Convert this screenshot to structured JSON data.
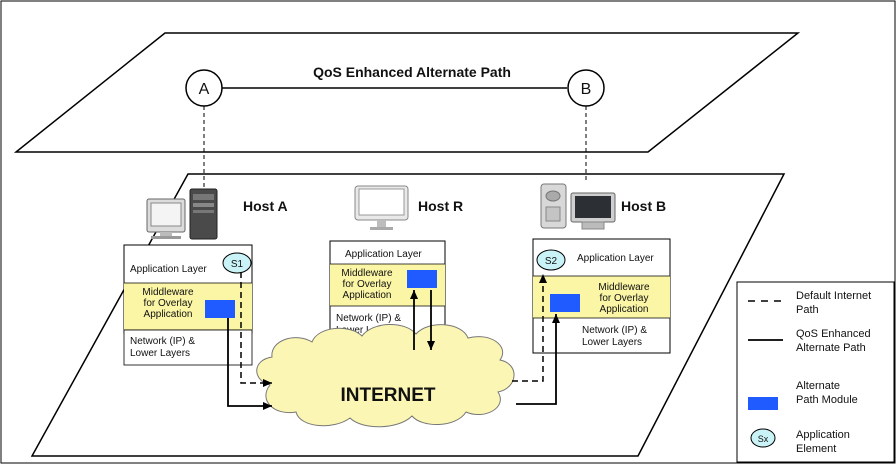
{
  "title": "QoS Enhanced Alternate Path",
  "nodes": {
    "a": "A",
    "b": "B"
  },
  "hosts": {
    "host_a": "Host A",
    "host_r": "Host R",
    "host_b": "Host B"
  },
  "stacks": {
    "a": {
      "app": "Application Layer",
      "mw": [
        "Middleware",
        "for Overlay",
        "Application"
      ],
      "net": [
        "Network (IP) &",
        "Lower Layers"
      ]
    },
    "r": {
      "app": "Application Layer",
      "mw": [
        "Middleware",
        "for Overlay",
        "Application"
      ],
      "net": [
        "Network (IP) &",
        "Lower Layers"
      ]
    },
    "b": {
      "app": "Application Layer",
      "mw": [
        "Middleware",
        "for Overlay",
        "Application"
      ],
      "net": [
        "Network (IP) &",
        "Lower Layers"
      ]
    }
  },
  "elements": {
    "s1": "S1",
    "s2": "S2"
  },
  "internet": "INTERNET",
  "legend": {
    "default": [
      "Default Internet",
      "Path"
    ],
    "qos": [
      "QoS Enhanced",
      "Alternate Path"
    ],
    "module": [
      "Alternate",
      "Path Module"
    ],
    "element_symbol": "Sx",
    "element": [
      "Application",
      "Element"
    ]
  },
  "colors": {
    "middleware": "#fbf5a6",
    "module": "#1f5bff",
    "element": "#c9f3f7",
    "cloud": "#fbf6b3"
  }
}
